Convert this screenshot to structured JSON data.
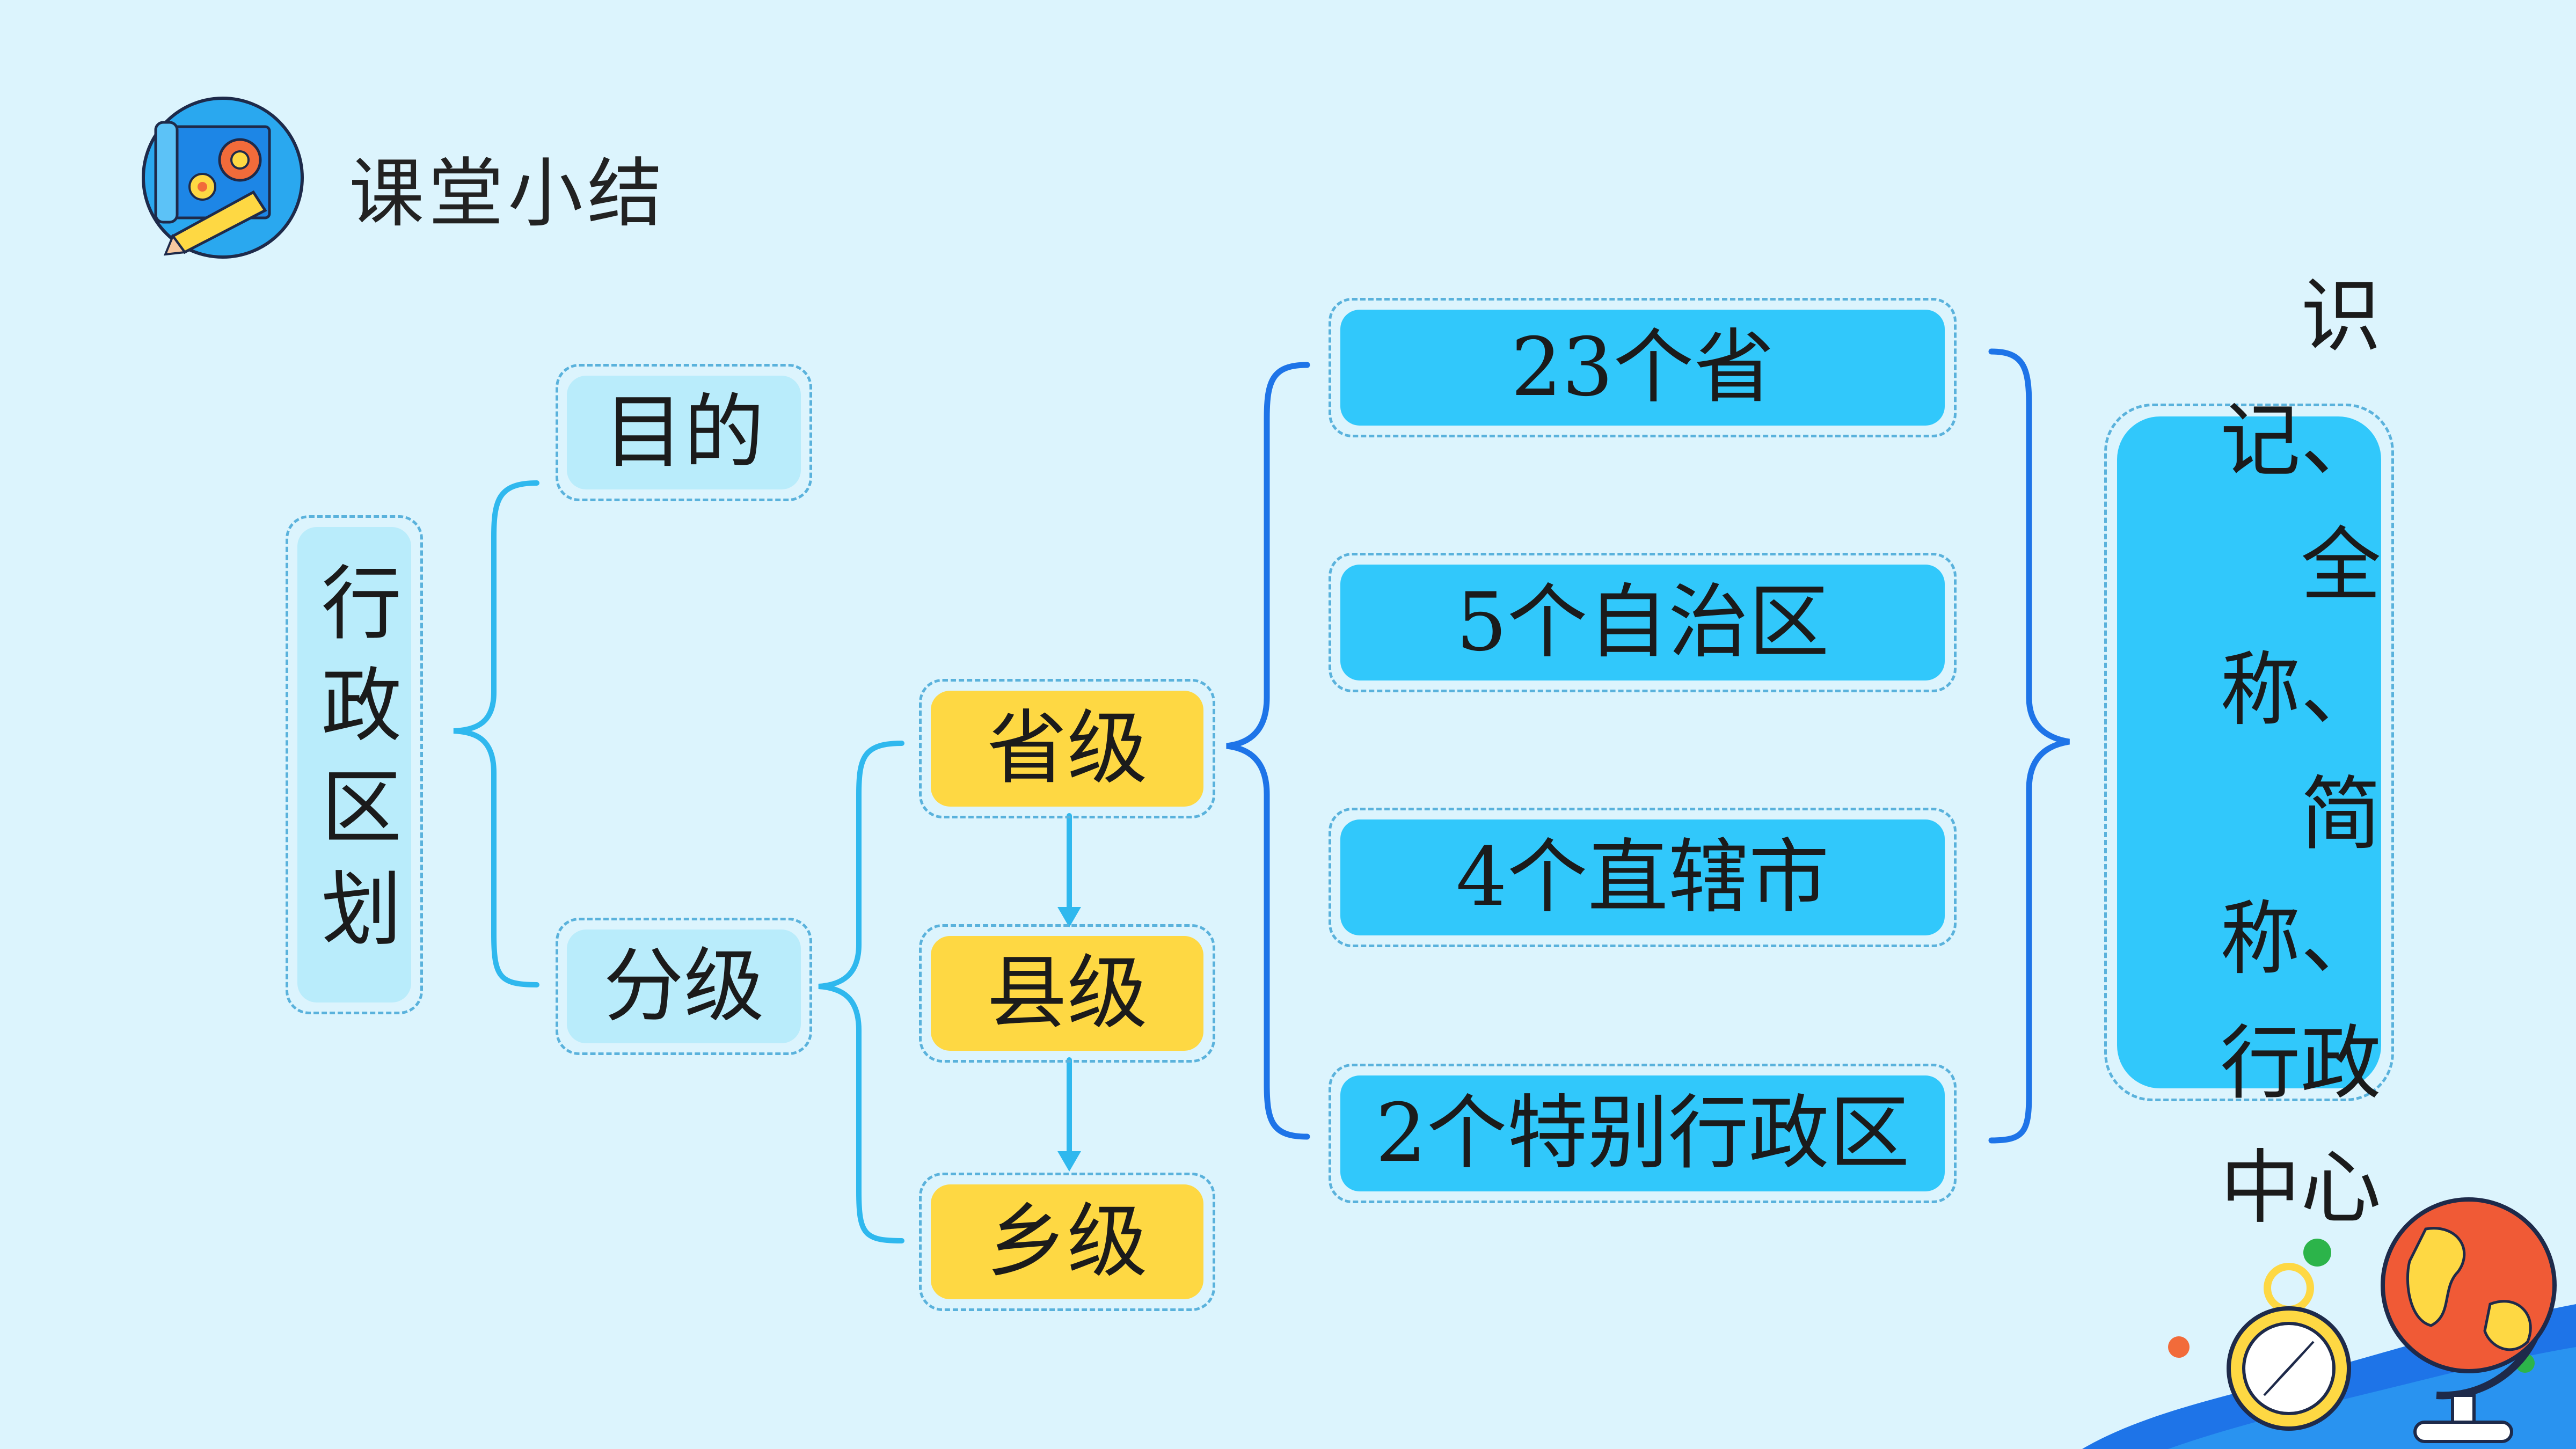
{
  "header": {
    "title": "课堂小结",
    "icon": "blueprint-gear-pencil-icon"
  },
  "diagram": {
    "root": "行政区划",
    "branch_purpose": "目的",
    "branch_levels": "分级",
    "levels": [
      "省级",
      "县级",
      "乡级"
    ],
    "provinces": [
      "23个省",
      "5个自治区",
      "4个直辖市",
      "2个特别行政区"
    ],
    "summary": "识记、\n全称、\n简称、\n行政\n中心"
  },
  "decor": {
    "globe": "globe-icon",
    "compass": "compass-icon"
  },
  "colors": {
    "background": "#dcf4fd",
    "light_box": "#b9ecfb",
    "yellow_box": "#fed843",
    "blue_box": "#31c8fb",
    "connector_light": "#2fb8ee",
    "connector_dark": "#1e74e8"
  }
}
